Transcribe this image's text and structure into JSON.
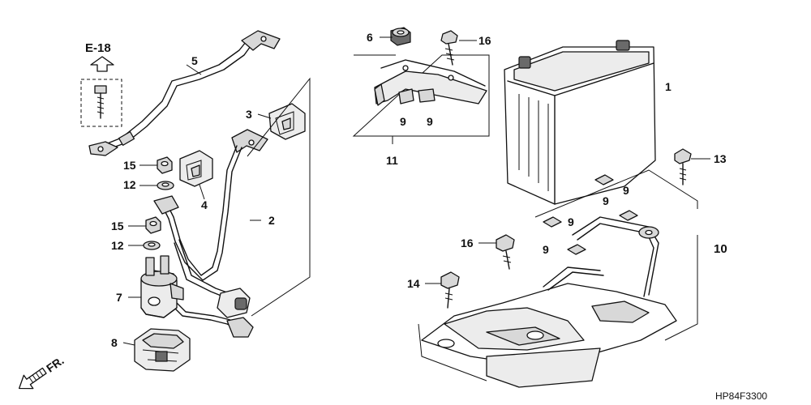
{
  "reference": {
    "label": "E-18"
  },
  "direction": {
    "label": "FR."
  },
  "diagram_code": "HP84F3300",
  "callouts": {
    "c1": "1",
    "c2": "2",
    "c3": "3",
    "c4": "4",
    "c5": "5",
    "c6": "6",
    "c7": "7",
    "c8": "8",
    "c9a": "9",
    "c9b": "9",
    "c9c": "9",
    "c9d": "9",
    "c9e": "9",
    "c9f": "9",
    "c10": "10",
    "c11": "11",
    "c12a": "12",
    "c12b": "12",
    "c13": "13",
    "c14": "14",
    "c15a": "15",
    "c15b": "15",
    "c16a": "16",
    "c16b": "16"
  }
}
